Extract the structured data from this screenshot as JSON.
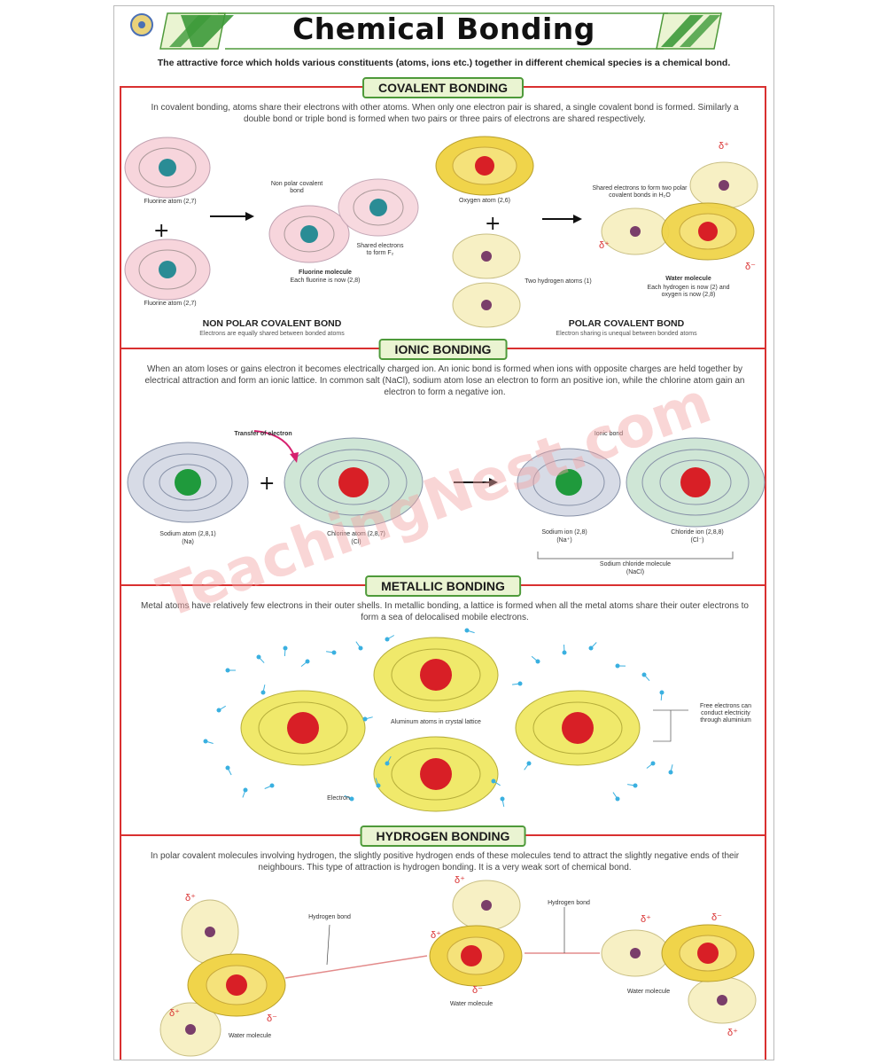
{
  "header": {
    "title": "Chemical Bonding",
    "intro": "The attractive force which holds various constituents (atoms, ions etc.) together in different chemical species is a chemical bond."
  },
  "covalent": {
    "title": "COVALENT BONDING",
    "text": "In covalent bonding, atoms share their electrons with other atoms. When only one electron pair is shared, a single covalent bond is formed. Similarly a double bond or triple bond is formed when two pairs or three pairs of electrons are shared respectively.",
    "fluorine_atom_1": "Fluorine atom (2,7)",
    "fluorine_atom_2": "Fluorine atom (2,7)",
    "nonpolar_bond_label": "Non polar covalent bond",
    "shared_electrons_f2": "Shared electrons to form F₂",
    "fluorine_molecule": "Fluorine molecule",
    "fluorine_molecule_sub": "Each fluorine is now (2,8)",
    "nonpolar_title": "NON POLAR COVALENT BOND",
    "nonpolar_sub": "Electrons are equally shared between bonded atoms",
    "oxygen_atom": "Oxygen atom (2,6)",
    "two_hydrogen": "Two hydrogen atoms (1)",
    "shared_electrons_h2o": "Shared electrons to form two polar covalent bonds in H₂O",
    "water_molecule": "Water molecule",
    "water_molecule_sub": "Each hydrogen is now (2) and oxygen is now (2,8)",
    "polar_title": "POLAR COVALENT BOND",
    "polar_sub": "Electron sharing is unequal between bonded atoms",
    "delta_plus": "δ⁺",
    "delta_minus": "δ⁻"
  },
  "ionic": {
    "title": "IONIC BONDING",
    "text": "When an atom loses or gains electron it becomes electrically charged ion. An ionic bond is formed when ions with opposite charges are held together by electrical attraction and form an ionic lattice. In common salt (NaCl), sodium atom lose an electron to form an positive ion, while the chlorine atom gain an electron to form a negative ion.",
    "transfer_label": "Transfer of electron",
    "ionic_bond_label": "Ionic bond",
    "sodium_atom": "Sodium atom (2,8,1)",
    "sodium_atom_sym": "(Na)",
    "chlorine_atom": "Chlorine atom (2,8,7)",
    "chlorine_atom_sym": "(Cl)",
    "sodium_ion": "Sodium ion (2,8)",
    "sodium_ion_sym": "(Na⁺)",
    "chloride_ion": "Chloride ion (2,8,8)",
    "chloride_ion_sym": "(Cl⁻)",
    "nacl": "Sodium chloride molecule",
    "nacl_sym": "(NaCl)"
  },
  "metallic": {
    "title": "METALLIC BONDING",
    "text": "Metal atoms have relatively few electrons in their outer shells. In metallic bonding, a lattice is formed when all the metal atoms share their outer electrons to form a sea of delocalised mobile electrons.",
    "aluminium_label": "Aluminum atoms in crystal lattice",
    "electron_label": "Electron",
    "free_electrons": "Free electrons can conduct electricity through aluminium"
  },
  "hydrogen": {
    "title": "HYDROGEN BONDING",
    "text": "In polar covalent molecules involving hydrogen, the slightly positive hydrogen ends of these molecules tend to attract the slightly negative ends of their neighbours. This type of attraction is hydrogen bonding. It is a very weak sort of chemical bond.",
    "hbond_1": "Hydrogen bond",
    "hbond_2": "Hydrogen bond",
    "water_1": "Water molecule",
    "water_2": "Water molecule",
    "water_3": "Water molecule"
  },
  "watermark": "TeachingNest.com",
  "colors": {
    "section_border": "#d93030",
    "title_bg": "#eaf4d2",
    "title_border": "#4e9a3a",
    "nucleus_red": "#d81f26",
    "nucleus_teal": "#2a8c95",
    "nucleus_green": "#1f9a3c",
    "nucleus_purple": "#7a3e6a",
    "electron": "#3ab0e0",
    "shell_pink": "#f7d5dc",
    "shell_yellow": "#f0d44a",
    "shell_cream": "#f7f0c4",
    "shell_grey": "#d7dbe6",
    "shell_green": "#cfe6d6"
  }
}
